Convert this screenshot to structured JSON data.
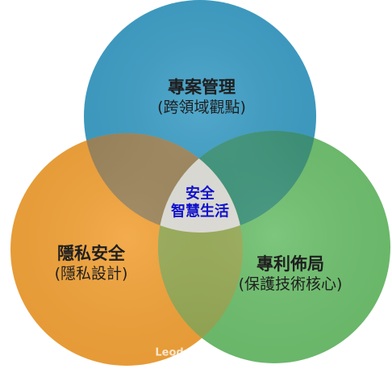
{
  "colors": {
    "top_circle": "#3f9fc6",
    "left_circle": "#f2a33a",
    "right_circle": "#6fc06f",
    "top_left_overlap": "#a58c60",
    "top_right_overlap": "#3f9a7f",
    "left_right_overlap": "#9fb35a",
    "center_region": "#f7f6ef",
    "center_text": "#1010cc"
  },
  "circles": {
    "top": {
      "title": "專案管理",
      "subtitle": "(跨領域觀點)"
    },
    "left": {
      "title": "隱私安全",
      "subtitle": "(隱私設計)"
    },
    "right": {
      "title": "專利佈局",
      "subtitle": "(保護技術核心)"
    }
  },
  "center": {
    "line1": "安全",
    "line2": "智慧生活"
  },
  "watermark": "Leodaddy"
}
